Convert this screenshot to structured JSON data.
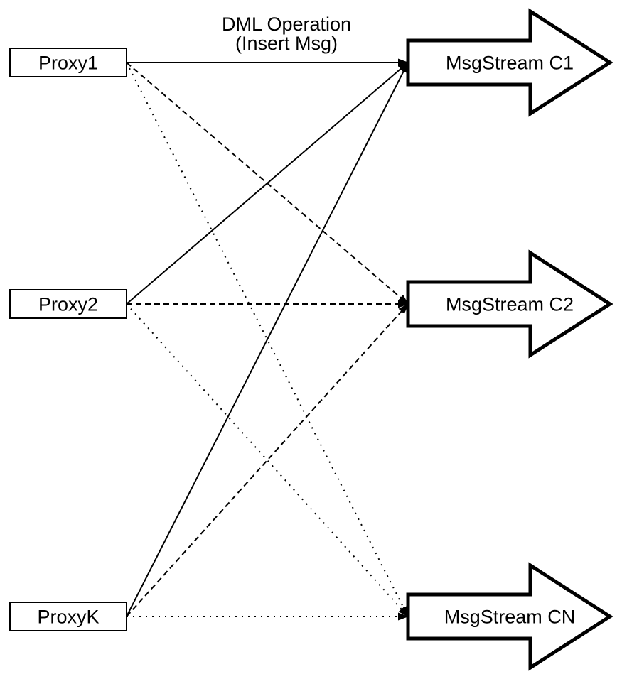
{
  "diagram": {
    "title": {
      "line1": "DML Operation",
      "line2": "(Insert Msg)"
    },
    "proxies": [
      {
        "id": "proxy1",
        "label": "Proxy1"
      },
      {
        "id": "proxy2",
        "label": "Proxy2"
      },
      {
        "id": "proxyk",
        "label": "ProxyK"
      }
    ],
    "streams": [
      {
        "id": "c1",
        "label": "MsgStream C1"
      },
      {
        "id": "c2",
        "label": "MsgStream C2"
      },
      {
        "id": "cn",
        "label": "MsgStream CN"
      }
    ],
    "edges": [
      {
        "from": "proxy1",
        "to": "c1",
        "style": "solid"
      },
      {
        "from": "proxy1",
        "to": "c2",
        "style": "dashed"
      },
      {
        "from": "proxy1",
        "to": "cn",
        "style": "dotted"
      },
      {
        "from": "proxy2",
        "to": "c1",
        "style": "solid"
      },
      {
        "from": "proxy2",
        "to": "c2",
        "style": "dashed"
      },
      {
        "from": "proxy2",
        "to": "cn",
        "style": "dotted"
      },
      {
        "from": "proxyk",
        "to": "c1",
        "style": "solid"
      },
      {
        "from": "proxyk",
        "to": "c2",
        "style": "dashed"
      },
      {
        "from": "proxyk",
        "to": "cn",
        "style": "dotted"
      }
    ],
    "colors": {
      "line": "#000000",
      "shape_fill": "#ffffff",
      "text": "#000000",
      "background": "#ffffff"
    }
  }
}
